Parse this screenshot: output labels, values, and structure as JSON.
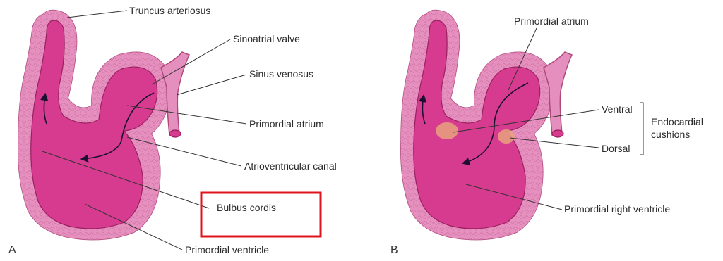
{
  "panel_a": {
    "letter": "A",
    "labels": {
      "truncus": "Truncus arteriosus",
      "sinoatrial": "Sinoatrial valve",
      "sinus": "Sinus venosus",
      "atrium": "Primordial atrium",
      "av_canal": "Atrioventricular canal",
      "bulbus": "Bulbus cordis",
      "ventricle": "Primordial ventricle"
    },
    "highlight_color": "#e0141c"
  },
  "panel_b": {
    "letter": "B",
    "labels": {
      "atrium": "Primordial atrium",
      "ventral": "Ventral",
      "dorsal": "Dorsal",
      "endocardial_1": "Endocardial",
      "endocardial_2": "cushions",
      "right_ventricle": "Primordial right ventricle"
    }
  },
  "colors": {
    "wall": "#e48fbd",
    "lumen": "#d63b8f",
    "cushion": "#e9a27f"
  }
}
